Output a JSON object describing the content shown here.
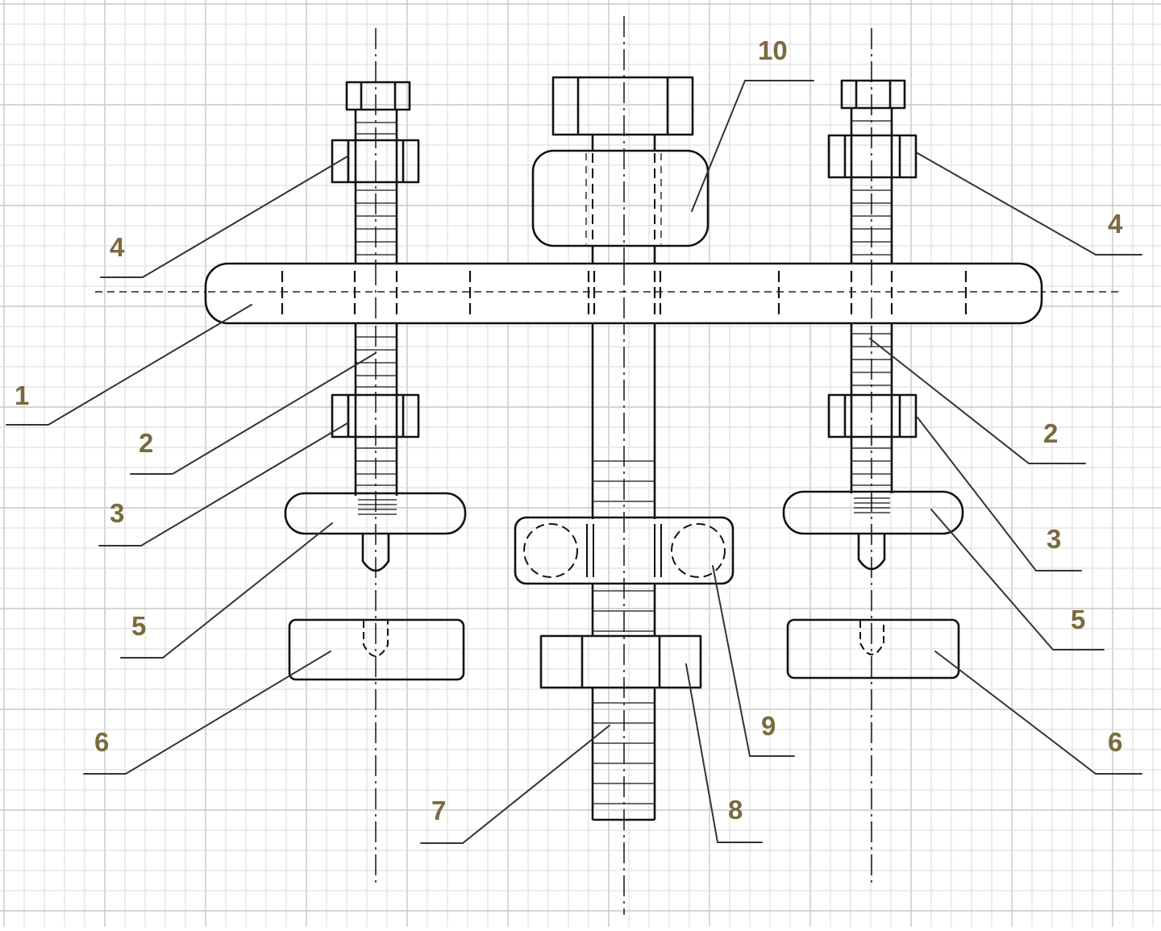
{
  "colors": {
    "paper": "#ffffff",
    "grid_minor": "#d9d9d9",
    "grid_major": "#c8c8c8",
    "ink": "#111111",
    "leader": "#333333",
    "label": "#7a6a3e"
  },
  "labels": [
    {
      "id": "label-1-left",
      "text": "1"
    },
    {
      "id": "label-2-left",
      "text": "2"
    },
    {
      "id": "label-3-left",
      "text": "3"
    },
    {
      "id": "label-4-left",
      "text": "4"
    },
    {
      "id": "label-5-left",
      "text": "5"
    },
    {
      "id": "label-6-left",
      "text": "6"
    },
    {
      "id": "label-7",
      "text": "7"
    },
    {
      "id": "label-8",
      "text": "8"
    },
    {
      "id": "label-9",
      "text": "9"
    },
    {
      "id": "label-10",
      "text": "10"
    },
    {
      "id": "label-2-right",
      "text": "2"
    },
    {
      "id": "label-3-right",
      "text": "3"
    },
    {
      "id": "label-4-right",
      "text": "4"
    },
    {
      "id": "label-5-right",
      "text": "5"
    },
    {
      "id": "label-6-right",
      "text": "6"
    }
  ]
}
